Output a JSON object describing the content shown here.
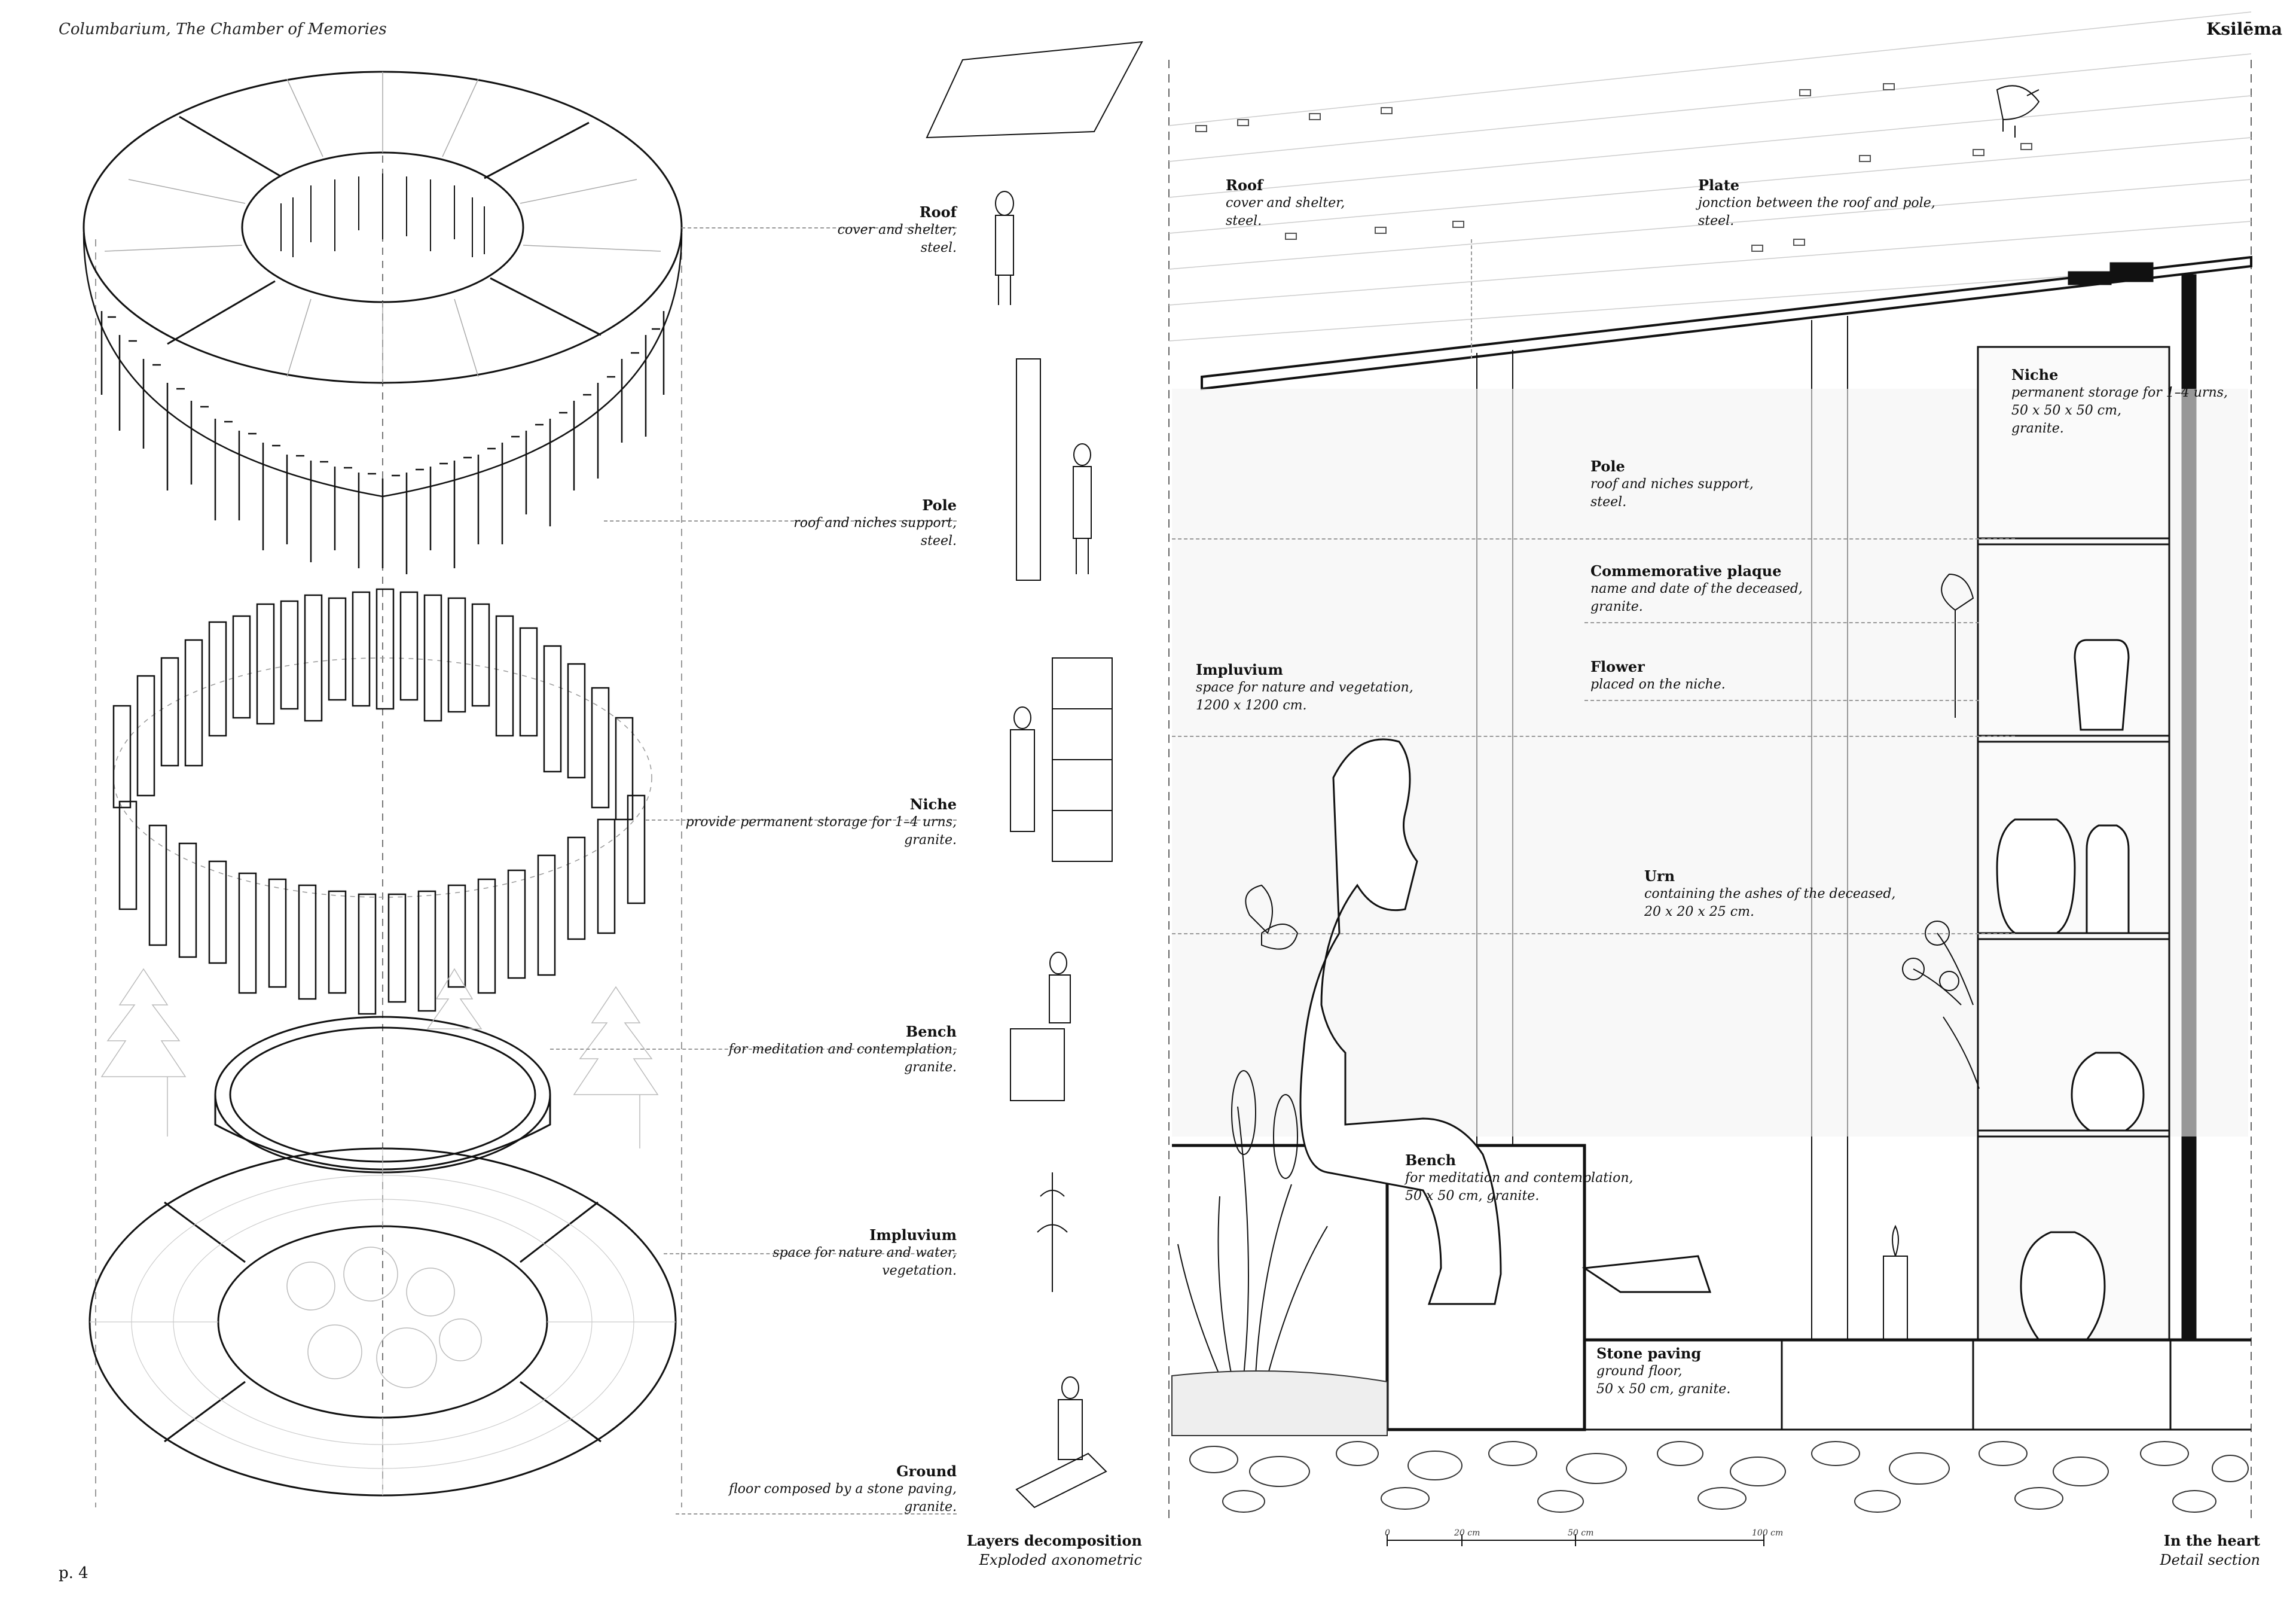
{
  "header": {
    "project_title": "Columbarium, The Chamber of Memories",
    "brand": "Ksilēma",
    "page_number": "p. 4"
  },
  "axonometric": {
    "caption_title": "Layers decomposition",
    "caption_sub": "Exploded axonometric",
    "layers": [
      {
        "title": "Roof",
        "desc1": "cover and shelter,",
        "desc2": "steel."
      },
      {
        "title": "Pole",
        "desc1": "roof and niches support,",
        "desc2": "steel."
      },
      {
        "title": "Niche",
        "desc1": "provide permanent storage for 1–4 urns,",
        "desc2": "granite."
      },
      {
        "title": "Bench",
        "desc1": "for meditation and contemplation,",
        "desc2": "granite."
      },
      {
        "title": "Impluvium",
        "desc1": "space for nature and water,",
        "desc2": "vegetation."
      },
      {
        "title": "Ground",
        "desc1": "floor composed by a stone paving,",
        "desc2": "granite."
      }
    ]
  },
  "section": {
    "caption_title": "In the heart",
    "caption_sub": "Detail section",
    "labels": {
      "roof": {
        "title": "Roof",
        "desc1": "cover and shelter,",
        "desc2": "steel."
      },
      "plate": {
        "title": "Plate",
        "desc1": "jonction between the roof and pole,",
        "desc2": "steel."
      },
      "niche": {
        "title": "Niche",
        "desc1": "permanent storage for 1–4 urns,",
        "desc2": "50 x 50 x 50 cm,",
        "desc3": "granite."
      },
      "pole": {
        "title": "Pole",
        "desc1": "roof and niches support,",
        "desc2": "steel."
      },
      "plaque": {
        "title": "Commemorative plaque",
        "desc1": "name and date of the deceased,",
        "desc2": "granite."
      },
      "flower": {
        "title": "Flower",
        "desc1": "placed on the niche."
      },
      "impluvium": {
        "title": "Impluvium",
        "desc1": "space for nature and vegetation,",
        "desc2": "1200 x 1200 cm."
      },
      "urn": {
        "title": "Urn",
        "desc1": "containing the ashes of the deceased,",
        "desc2": "20 x 20 x 25 cm."
      },
      "bench": {
        "title": "Bench",
        "desc1": "for meditation and contemplation,",
        "desc2": "50 x 50 cm, granite."
      },
      "paving": {
        "title": "Stone paving",
        "desc1": "ground floor,",
        "desc2": "50 x 50 cm, granite."
      }
    },
    "scale": [
      "0",
      "20 cm",
      "50 cm",
      "100 cm"
    ]
  }
}
